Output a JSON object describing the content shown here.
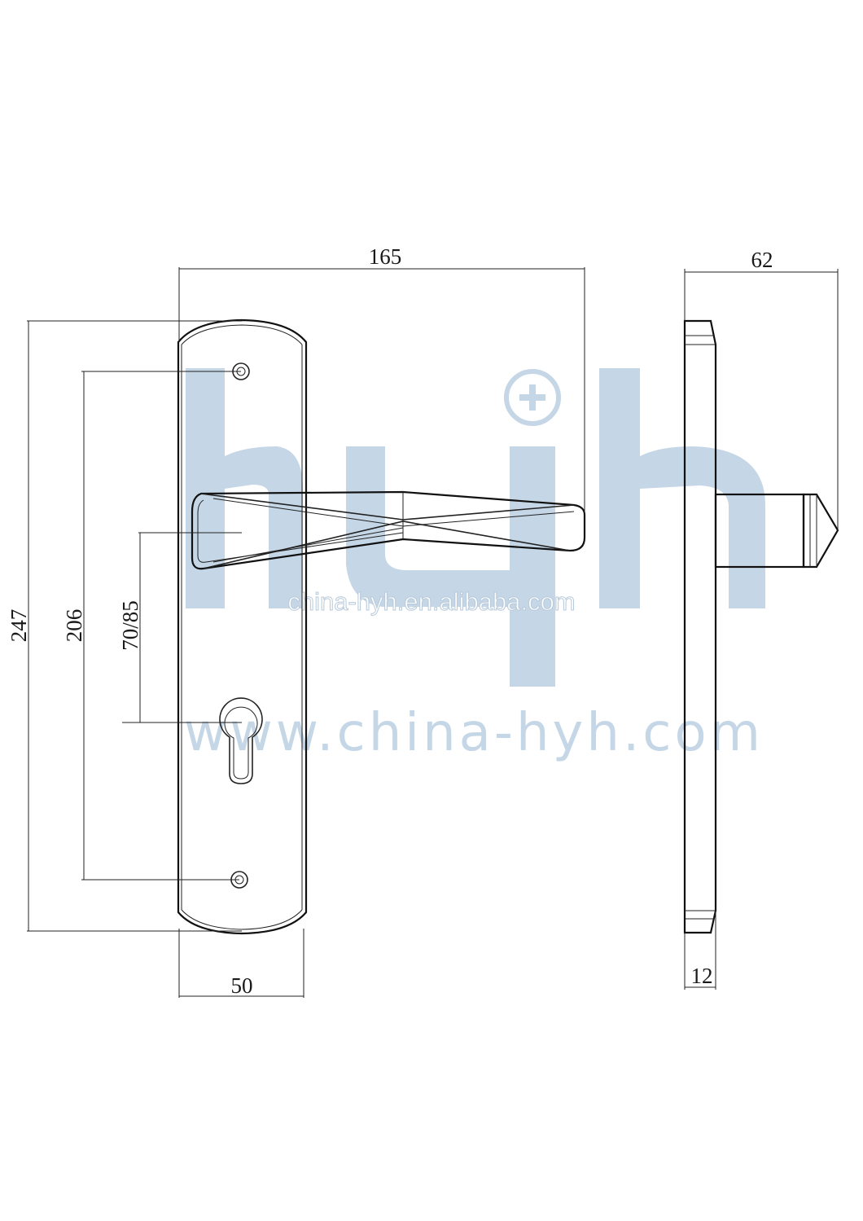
{
  "dimensions": {
    "total_width": "165",
    "total_height": "247",
    "hole_spacing": "206",
    "handle_to_key": "70/85",
    "plate_width": "50",
    "projection": "62",
    "plate_thickness": "12"
  },
  "watermark": {
    "logo_text": "hyh",
    "url_small": "china-hyh.en.alibaba.com",
    "url_large": "www.china-hyh.com"
  },
  "colors": {
    "line": "#222222",
    "watermark": "#c5d6e6",
    "watermark_text": "#b7c9da",
    "background": "#ffffff"
  }
}
